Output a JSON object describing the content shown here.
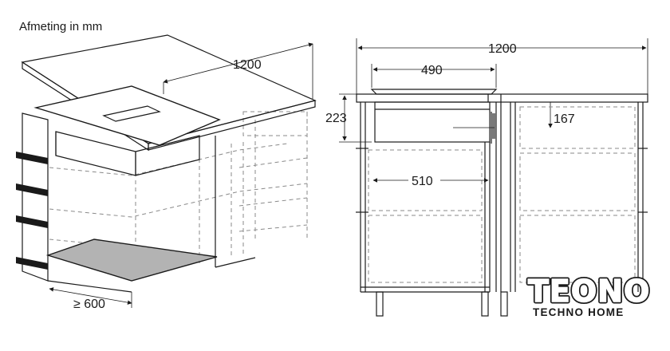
{
  "caption": "Afmeting in mm",
  "left_view": {
    "width_label": "1200",
    "depth_label": "≥ 600"
  },
  "right_view": {
    "overall_width": "1200",
    "hob_width": "490",
    "height_total": "223",
    "unit_height": "167",
    "cutout_width": "510"
  },
  "logo": {
    "main": "TEONO",
    "sub": "TECHNO HOME"
  }
}
